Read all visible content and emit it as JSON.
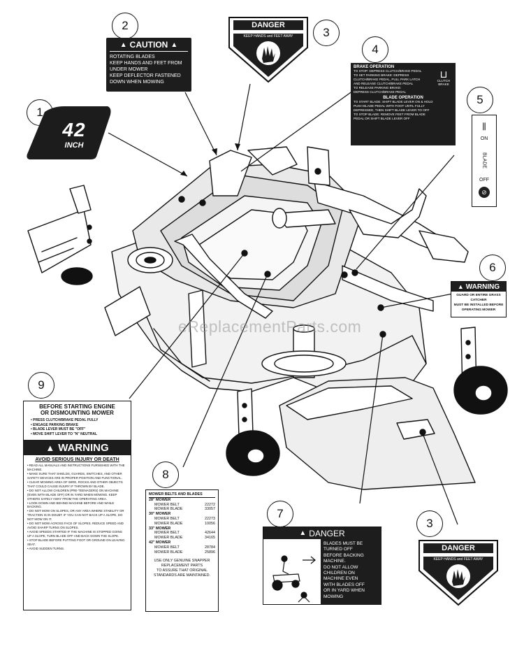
{
  "watermark": "eReplacementParts.com",
  "callouts": [
    "1",
    "2",
    "3",
    "4",
    "5",
    "6",
    "7",
    "8",
    "9",
    "3"
  ],
  "decal1": {
    "size": "42",
    "unit": "INCH"
  },
  "decal2": {
    "title": "CAUTION",
    "lines": [
      "ROTATING BLADES",
      "KEEP HANDS AND FEET FROM",
      "UNDER MOWER",
      "KEEP DEFLECTOR FASTENED",
      "DOWN WHEN MOWING"
    ]
  },
  "decal3": {
    "title": "DANGER",
    "subtitle": "KEEP HANDS and FEET AWAY"
  },
  "decal4": {
    "heading1": "BRAKE OPERATION",
    "brake_lines": [
      "TO STOP: DEPRESS CLUTCH/BRAKE PEDAL",
      "TO SET PARKING BRAKE: DEPRESS",
      "CLUTCH/BRAKE PEDAL, PULL PARK LATCH",
      "AND RELEASE CLUTCH/BRAKE PEDAL",
      "TO RELEASE PARKING BRAKE:",
      "DEPRESS CLUTCH/BRAKE PEDAL"
    ],
    "side_labels": [
      "CLUTCH",
      "BRAKE"
    ],
    "heading2": "BLADE OPERATION",
    "blade_lines": [
      "TO START BLADE: SHIFT BLADE LEVER ON & HOLD",
      "PUSH BLADE PEDAL WITH FOOT UNTIL FULLY",
      "DEPRESSED, THEN SHIFT BLADE LEVER TO OFF",
      "TO STOP BLADE: REMOVE FEET FROM BLADE",
      "PEDAL OR SHIFT BLADE LEVER OFF"
    ]
  },
  "decal5": {
    "on": "ON",
    "blade": "BLADE",
    "off": "OFF"
  },
  "decal6": {
    "title": "WARNING",
    "lines": [
      "GUARD OR ENTIRE GRASS CATCHER",
      "MUST BE INSTALLED BEFORE",
      "OPERATING MOWER"
    ]
  },
  "decal7": {
    "title": "DANGER",
    "lines": [
      "BLADES MUST BE",
      "TURNED OFF",
      "BEFORE BACKING",
      "MACHINE.",
      "DO NOT ALLOW",
      "CHILDREN ON",
      "MACHINE EVEN",
      "WITH BLADES OFF",
      "OR IN YARD WHEN",
      "MOWING"
    ]
  },
  "decal8": {
    "header": "MOWER BELTS AND BLADES",
    "groups": [
      {
        "size": "28\" MOWER",
        "rows": [
          [
            "MOWER BELT",
            "22272"
          ],
          [
            "MOWER BLADE",
            "33057"
          ]
        ]
      },
      {
        "size": "30\" MOWER",
        "rows": [
          [
            "MOWER BELT",
            "22273"
          ],
          [
            "MOWER BLADE",
            "10056"
          ]
        ]
      },
      {
        "size": "33\" MOWER",
        "rows": [
          [
            "MOWER BELT",
            "42644"
          ],
          [
            "MOWER BLADE",
            "34165"
          ]
        ]
      },
      {
        "size": "42\" MOWER",
        "rows": [
          [
            "MOWER BELT",
            "28784"
          ],
          [
            "MOWER BLADE",
            "25896"
          ]
        ]
      }
    ],
    "footer": [
      "USE ONLY GENUINE SNAPPER",
      "REPLACEMENT PARTS",
      "TO ASSURE THAT ORIGINAL",
      "STANDARDS ARE MAINTAINED."
    ]
  },
  "decal9": {
    "heading": [
      "BEFORE STARTING ENGINE",
      "OR DISMOUNTING MOWER"
    ],
    "steps": [
      "• PRESS CLUTCH/BRAKE PEDAL FULLY",
      "• ENGAGE PARKING BRAKE",
      "• BLADE LEVER MUST BE \"OFF\"",
      "• MOVE SHIFT LEVER TO \"N\" NEUTRAL"
    ],
    "warning": "WARNING",
    "subheading": "AVOID SERIOUS INJURY OR DEATH",
    "bullets": [
      "• READ ALL MANUALS AND INSTRUCTIONS FURNISHED WITH THE MACHINE.",
      "• MAKE SURE THAT SHIELDS, GUARDS, SWITCHES, AND OTHER SAFETY DEVICES ARE IN PROPER POSITION AND FUNCTIONAL.",
      "• CLEAR MOWING AREA OF WIRE, ROCKS AND OTHER OBJECTS THAT COULD CAUSE INJURY IF THROWN BY BLADE.",
      "• DO NOT ALLOW CHILDREN (PRE-TEENAGERS) ON MACHINE (EVEN WITH BLADE OFF) OR IN YARD WHEN MOWING. KEEP OTHERS SAFELY AWAY FROM THE OPERATING AREA.",
      "• LOOK DOWN AND BEHIND MACHINE BEFORE AND WHILE BACKING.",
      "• DO NOT MOW ON SLOPES, OR ANY AREA WHERE STABILITY OR TRACTION IS IN DOUBT. IF YOU CAN NOT BACK UP A SLOPE, DO NOT MOW ON IT.",
      "• DO NOT MOW ACROSS FACE OF SLOPES. REDUCE SPEED AND AVOID SHARP TURNS ON SLOPES.",
      "• AVOID SPEEDS STARTED IF THE MACHINE IS STOPPED GOING UP A SLOPE, TURN BLADE OFF AND BACK DOWN THE SLOPE.",
      "• STOP BLADE BEFORE PUTTING FOOT OR GROUND ON LEAVING SEAT.",
      "• AVOID SUDDEN TURNS."
    ]
  }
}
